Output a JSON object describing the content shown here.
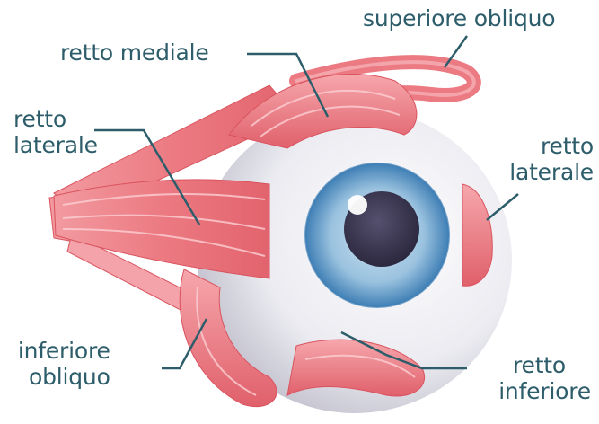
{
  "colors": {
    "muscle": "#ec7a82",
    "muscle_dark": "#d9535e",
    "muscle_light": "#f8b8bc",
    "sclera": "#eeeef3",
    "iris": "#8fb8d8",
    "iris_ring": "#3f7fb5",
    "pupil": "#3a3550",
    "leader_line": "#2d5d6a",
    "label_text": "#2d5d6a"
  },
  "labels": {
    "superior_oblique": "superiore obliquo",
    "medial_rectus": "retto mediale",
    "lateral_rectus_left": {
      "line1": "retto",
      "line2": "laterale"
    },
    "lateral_rectus_right": {
      "line1": "retto",
      "line2": "laterale"
    },
    "inferior_oblique": {
      "line1": "inferiore",
      "line2": "obliquo"
    },
    "inferior_rectus": {
      "line1": "retto",
      "line2": "inferiore"
    }
  }
}
